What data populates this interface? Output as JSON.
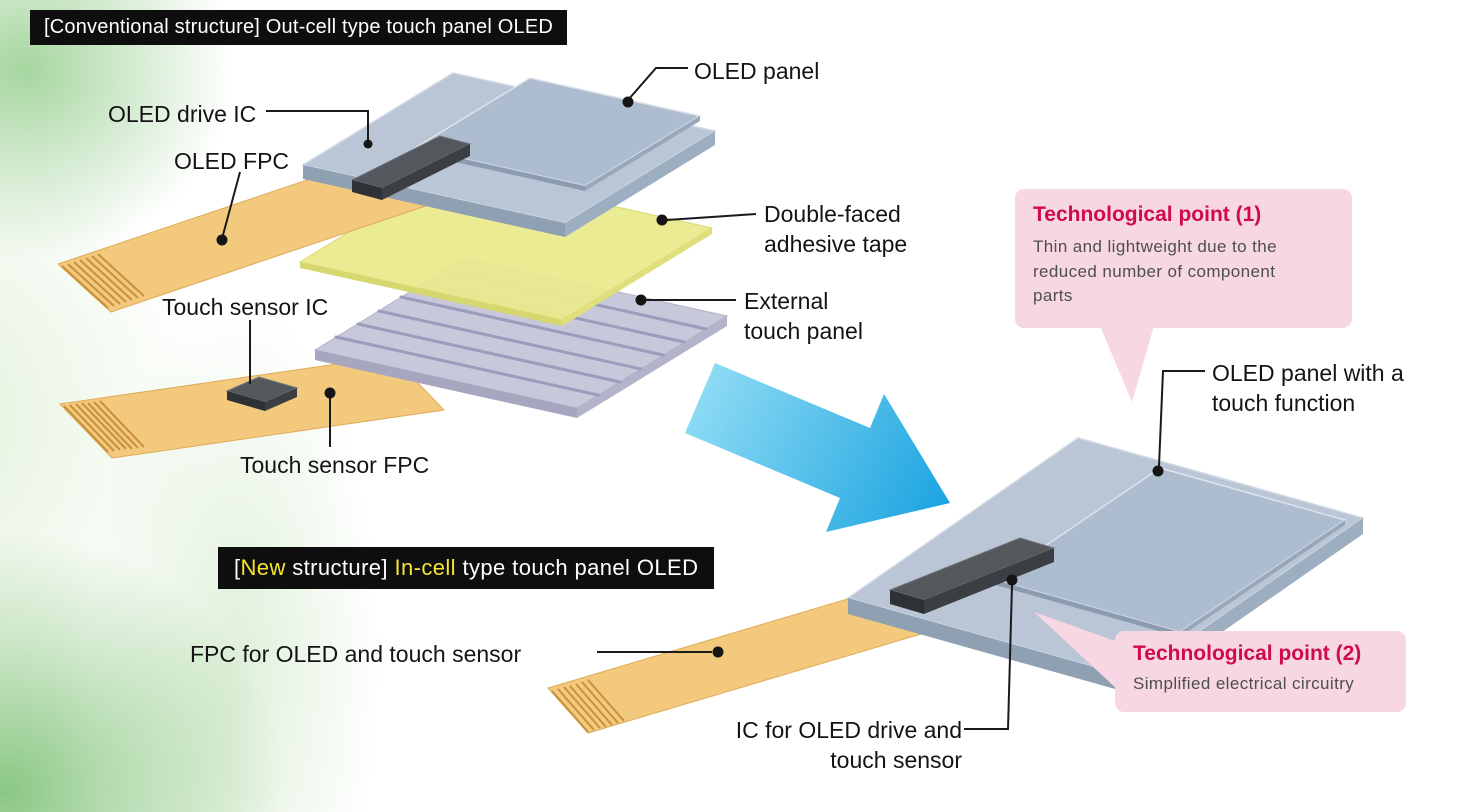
{
  "conventional": {
    "title": "[Conventional structure] Out-cell type touch panel OLED",
    "labels": {
      "oled_panel": "OLED panel",
      "oled_drive_ic": "OLED drive IC",
      "oled_fpc": "OLED FPC",
      "adhesive_tape": "Double-faced\nadhesive tape",
      "touch_sensor_ic": "Touch sensor IC",
      "external_touch_panel": "External\ntouch panel",
      "touch_sensor_fpc": "Touch sensor FPC"
    }
  },
  "new_structure": {
    "title": {
      "bracket": "[",
      "highlight1": "New",
      "mid": " structure] ",
      "highlight2": "In-cell",
      "rest": " type touch panel OLED"
    },
    "labels": {
      "panel": "OLED panel with a\ntouch function",
      "fpc": "FPC for OLED and touch sensor",
      "ic": "IC for OLED drive and\ntouch sensor"
    }
  },
  "tech_points": {
    "point1": {
      "title": "Technological point (1)",
      "body": "Thin and lightweight due to the\nreduced number of component\nparts"
    },
    "point2": {
      "title": "Technological point (2)",
      "body": "Simplified electrical circuitry"
    }
  },
  "icons": {
    "transition_arrow": "thick-arrow-pointing-lower-right"
  },
  "colors": {
    "title_bar_bg": "#0e0e0e",
    "title_accent_yellow": "#f6e435",
    "tech_title_red": "#cf0a4e",
    "callout_pink": "#f8d7e4",
    "arrow_blue": "#1aa3e0",
    "panel_blue_gray": "#bac6d6",
    "tape_yellow": "#eaea8e",
    "touch_panel_lavender": "#c8c8db",
    "fpc_orange": "#f3c97d",
    "ic_dark_gray": "#54585d"
  }
}
